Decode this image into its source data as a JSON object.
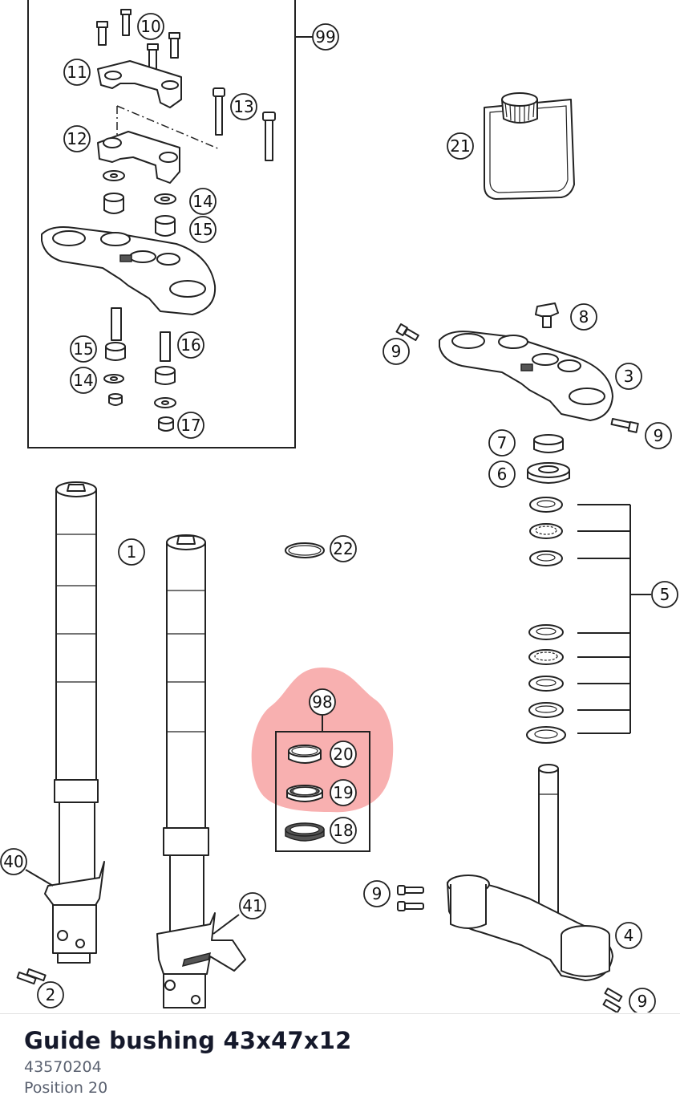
{
  "diagram": {
    "callouts": [
      "1",
      "2",
      "3",
      "4",
      "5",
      "6",
      "7",
      "8",
      "9",
      "10",
      "11",
      "12",
      "13",
      "14",
      "15",
      "16",
      "17",
      "18",
      "19",
      "20",
      "21",
      "22",
      "40",
      "41",
      "98",
      "99"
    ],
    "highlight_color": "#f47c7c"
  },
  "part": {
    "title": "Guide bushing 43x47x12",
    "number": "43570204",
    "position": "Position 20"
  }
}
